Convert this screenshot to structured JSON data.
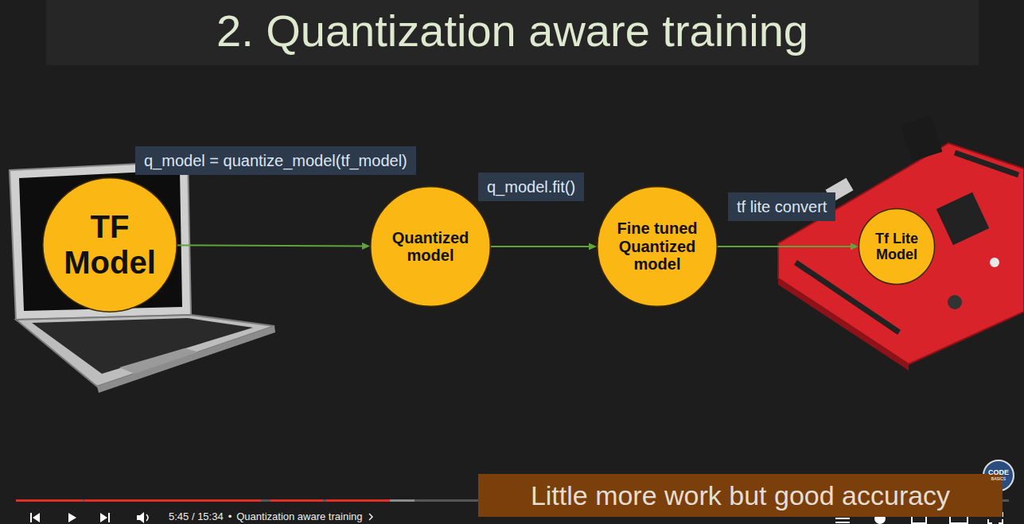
{
  "diagram": {
    "title": "2. Quantization aware training",
    "nodes": [
      {
        "text": [
          "TF Model"
        ]
      },
      {
        "text": [
          "Quantized model"
        ]
      },
      {
        "text": [
          "Fine tuned Quantized model"
        ]
      },
      {
        "text": [
          "Tf Lite Model"
        ]
      },
      {
        "text": [
          "Little more work but good accuracy"
        ]
      }
    ],
    "edges": [
      {
        "from": 0,
        "to": 1,
        "arrow": "to",
        "label": "q_model = quantize_model(tf_model)"
      },
      {
        "from": 1,
        "to": 2,
        "arrow": "to",
        "label": "q_model.fit()"
      },
      {
        "from": 2,
        "to": 3,
        "arrow": "to",
        "label": "tf lite convert"
      }
    ],
    "labels": [
      "5:45 / 15:34",
      "•",
      "Quantization aware training",
      "CODE",
      "BASICS"
    ]
  }
}
